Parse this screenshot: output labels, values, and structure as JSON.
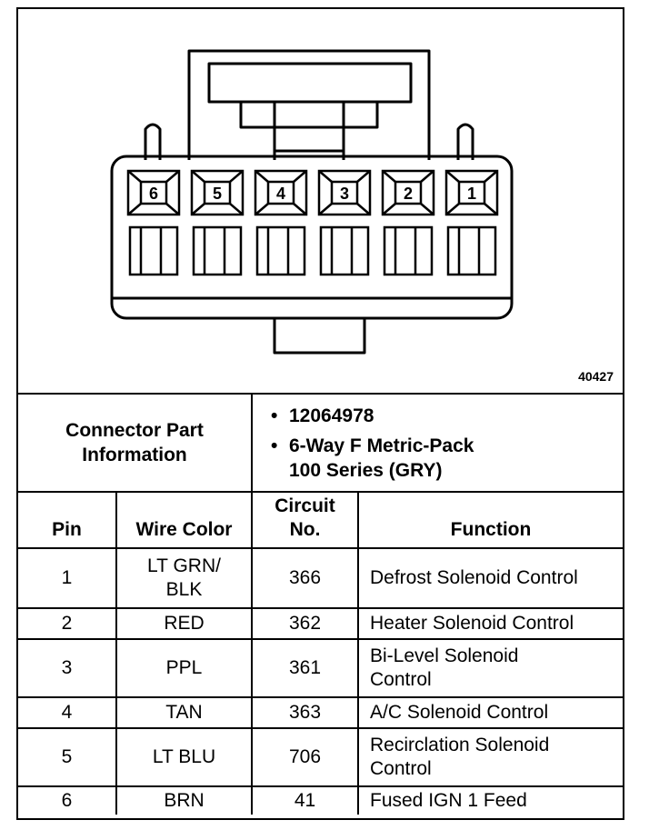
{
  "diagram": {
    "pins": [
      "6",
      "5",
      "4",
      "3",
      "2",
      "1"
    ],
    "figure_number": "40427"
  },
  "connector_info": {
    "label_line1": "Connector Part",
    "label_line2": "Information",
    "part_number": "12064978",
    "description_line1": "6-Way F Metric-Pack",
    "description_line2": "100 Series (GRY)"
  },
  "table": {
    "headers": {
      "pin": "Pin",
      "wire_color": "Wire Color",
      "circuit_line1": "Circuit",
      "circuit_line2": "No.",
      "function": "Function"
    },
    "rows": [
      {
        "pin": "1",
        "wire_line1": "LT GRN/",
        "wire_line2": "BLK",
        "circuit": "366",
        "function_line1": "Defrost Solenoid Control",
        "function_line2": ""
      },
      {
        "pin": "2",
        "wire_line1": "RED",
        "wire_line2": "",
        "circuit": "362",
        "function_line1": "Heater Solenoid Control",
        "function_line2": ""
      },
      {
        "pin": "3",
        "wire_line1": "PPL",
        "wire_line2": "",
        "circuit": "361",
        "function_line1": "Bi-Level Solenoid",
        "function_line2": "Control"
      },
      {
        "pin": "4",
        "wire_line1": "TAN",
        "wire_line2": "",
        "circuit": "363",
        "function_line1": "A/C Solenoid Control",
        "function_line2": ""
      },
      {
        "pin": "5",
        "wire_line1": "LT BLU",
        "wire_line2": "",
        "circuit": "706",
        "function_line1": "Recirclation Solenoid",
        "function_line2": "Control"
      },
      {
        "pin": "6",
        "wire_line1": "BRN",
        "wire_line2": "",
        "circuit": "41",
        "function_line1": "Fused IGN 1 Feed",
        "function_line2": ""
      }
    ]
  }
}
